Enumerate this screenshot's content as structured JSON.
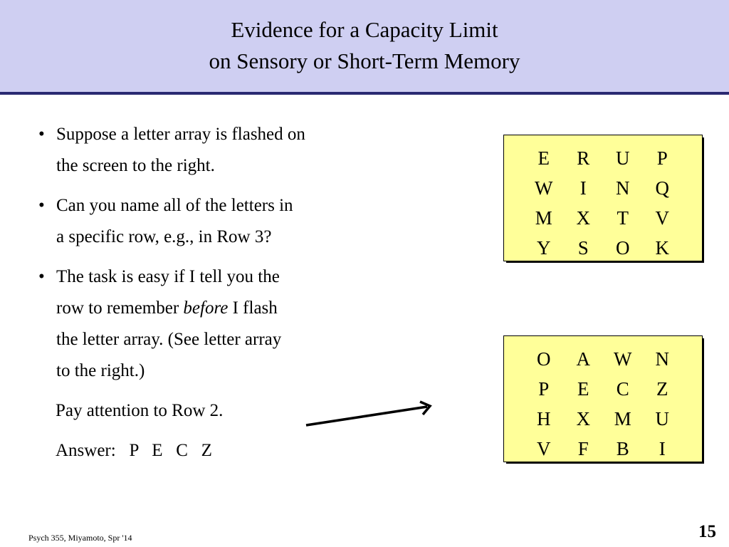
{
  "slide": {
    "title_line1": "Evidence for a Capacity Limit",
    "title_line2": "on Sensory or Short-Term Memory",
    "bullets": [
      {
        "lines": [
          "Suppose a letter array is flashed on",
          "the screen to the right."
        ]
      },
      {
        "lines": [
          "Can you name all of the letters in",
          "a specific row, e.g., in Row 3?"
        ]
      },
      {
        "pre": "The task is easy if I tell you the",
        "pre2": "row to remember ",
        "emph": "before",
        "post": " I flash",
        "lines": [
          "the letter array. (See letter array",
          "to the right.)"
        ]
      }
    ],
    "attention_text": "Pay attention to Row 2.",
    "answer_label": "Answer:",
    "answer_letters": "P   E   C   Z",
    "grid1": [
      [
        "E",
        "R",
        "U",
        "P"
      ],
      [
        "W",
        "I",
        "N",
        "Q"
      ],
      [
        "M",
        "X",
        "T",
        "V"
      ],
      [
        "Y",
        "S",
        "O",
        "K"
      ]
    ],
    "grid2": [
      [
        "O",
        "A",
        "W",
        "N"
      ],
      [
        "P",
        "E",
        "C",
        "Z"
      ],
      [
        "H",
        "X",
        "M",
        "U"
      ],
      [
        "V",
        "F",
        "B",
        "I"
      ]
    ],
    "footer": "Psych 355, Miyamoto, Spr '14",
    "page_number": "15",
    "colors": {
      "title_band": "#cfcff2",
      "rule": "#2a2a72",
      "grid_fill": "#ffff99"
    }
  }
}
